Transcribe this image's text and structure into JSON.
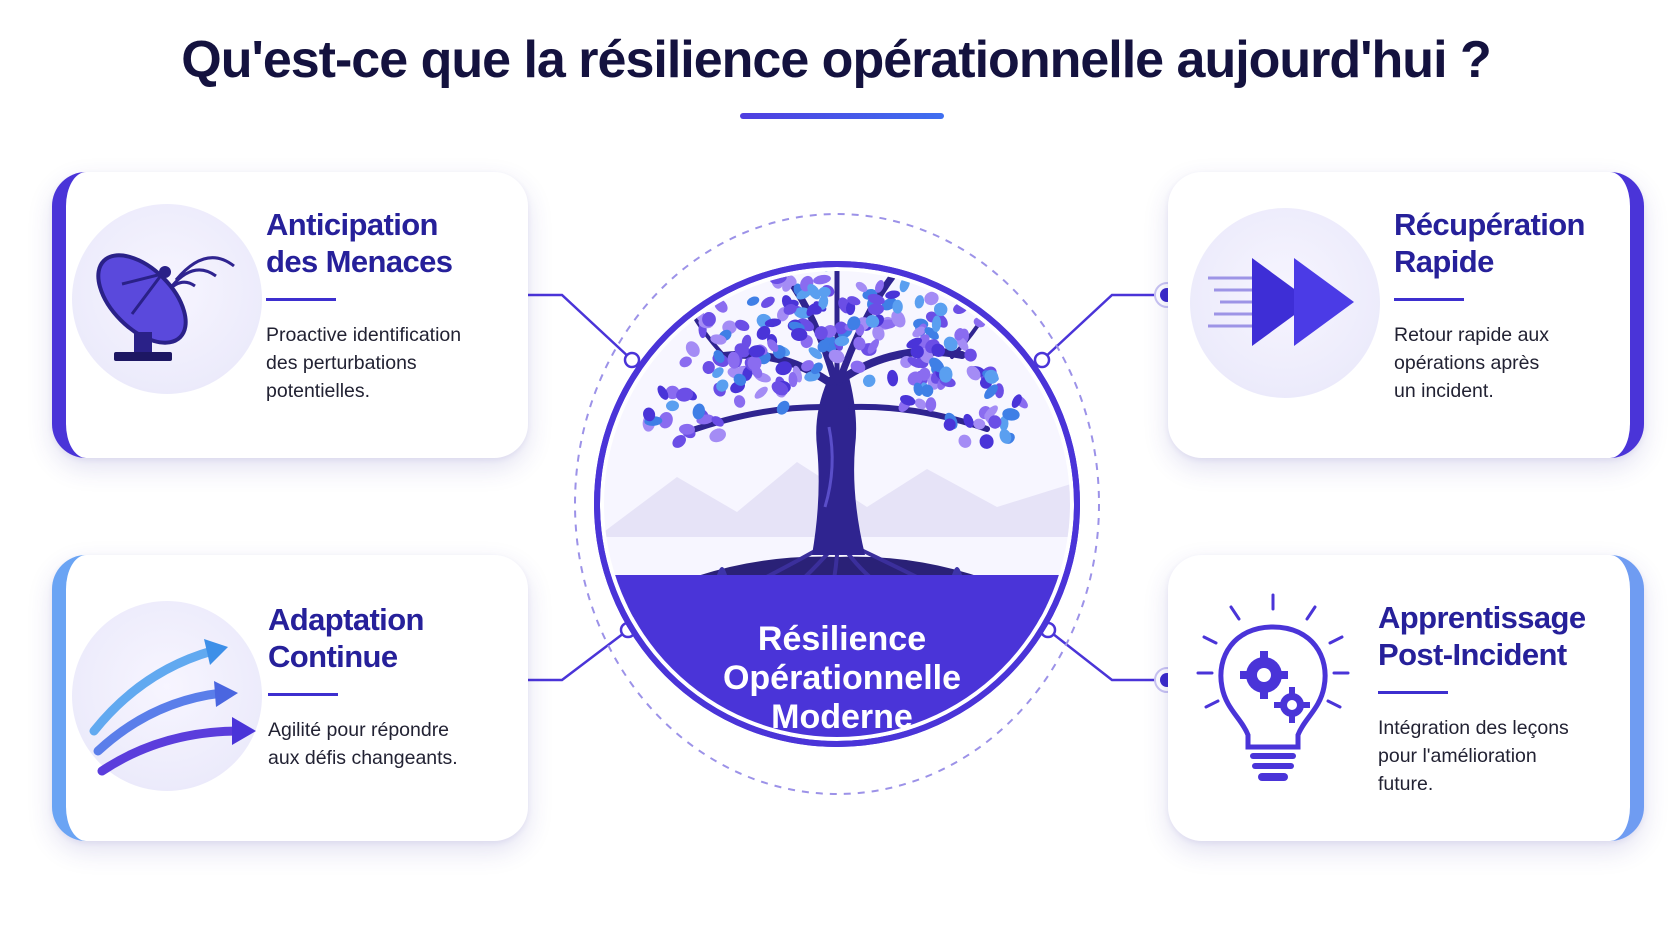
{
  "title": "Qu'est-ce que la résilience opérationnelle aujourd'hui ?",
  "colors": {
    "primary": "#4a34d8",
    "title": "#14123f",
    "card_title": "#26209a",
    "accent_light": "#6aa4f4"
  },
  "center": {
    "lines": [
      "Résilience",
      "Opérationnelle",
      "Moderne"
    ],
    "icon": "tree-icon"
  },
  "cards": {
    "anticipation": {
      "title_lines": [
        "Anticipation",
        "des Menaces"
      ],
      "desc_lines": [
        "Proactive identification",
        "des perturbations",
        "potentielles."
      ],
      "icon": "satellite-dish-icon"
    },
    "recuperation": {
      "title_lines": [
        "Récupération",
        "Rapide"
      ],
      "desc_lines": [
        "Retour rapide aux",
        "opérations après",
        "un incident."
      ],
      "icon": "fast-forward-icon"
    },
    "adaptation": {
      "title_lines": [
        "Adaptation",
        "Continue"
      ],
      "desc_lines": [
        "Agilité pour répondre",
        "aux défis changeants."
      ],
      "icon": "arrows-icon"
    },
    "apprentissage": {
      "title_lines": [
        "Apprentissage",
        "Post-Incident"
      ],
      "desc_lines": [
        "Intégration des leçons",
        "pour l'amélioration",
        "future."
      ],
      "icon": "lightbulb-gears-icon"
    }
  }
}
